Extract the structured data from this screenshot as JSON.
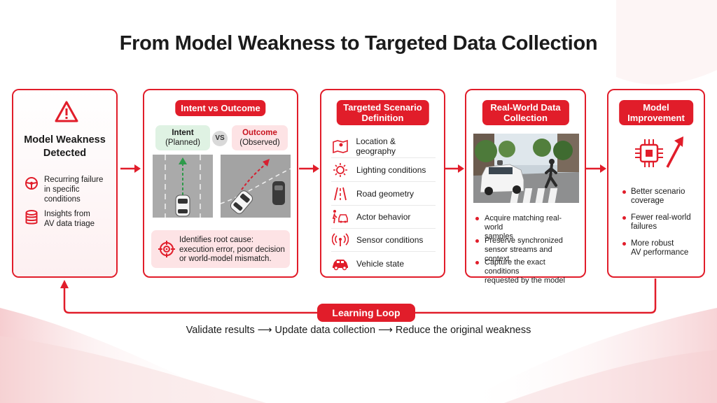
{
  "title": "From Model Weakness to Targeted Data Collection",
  "colors": {
    "accent": "#e11d2a",
    "panel_pink": "#fde7e8",
    "intent_green": "#dff2e3"
  },
  "panel1": {
    "heading_line1": "Model Weakness",
    "heading_line2": "Detected",
    "item1_line1": "Recurring failure",
    "item1_line2": "in specific conditions",
    "item2_line1": "Insights from",
    "item2_line2": "AV data triage",
    "icons": [
      "warning-icon",
      "steering-wheel-icon",
      "database-icon"
    ]
  },
  "panel2": {
    "pill": "Intent vs Outcome",
    "intent_label": "Intent",
    "intent_sub": "(Planned)",
    "vs": "VS",
    "outcome_label": "Outcome",
    "outcome_sub": "(Observed)",
    "cause_line1": "Identifies root cause:",
    "cause_line2": "execution error, poor decision",
    "cause_line3": "or world-model mismatch."
  },
  "panel3": {
    "pill_line1": "Targeted Scenario",
    "pill_line2": "Definition",
    "items": [
      {
        "label": "Location & geography",
        "icon": "map-pin-icon"
      },
      {
        "label": "Lighting conditions",
        "icon": "sun-icon"
      },
      {
        "label": "Road geometry",
        "icon": "road-icon"
      },
      {
        "label": "Actor behavior",
        "icon": "pedestrian-car-icon"
      },
      {
        "label": "Sensor conditions",
        "icon": "signal-icon"
      },
      {
        "label": "Vehicle state",
        "icon": "car-icon"
      }
    ]
  },
  "panel4": {
    "pill_line1": "Real-World Data",
    "pill_line2": "Collection",
    "b1_line1": "Acquire matching real-world",
    "b1_line2": "samples",
    "b2_line1": "Preserve synchronized",
    "b2_line2": "sensor streams and context",
    "b3_line1": "Capture the exact conditions",
    "b3_line2": "requested by the model"
  },
  "panel5": {
    "pill_line1": "Model",
    "pill_line2": "Improvement",
    "b1_line1": "Better scenario",
    "b1_line2": "coverage",
    "b2_line1": "Fewer real-world",
    "b2_line2": "failures",
    "b3_line1": "More robust",
    "b3_line2": "AV performance",
    "icons": [
      "chip-icon",
      "trend-up-arrow-icon"
    ]
  },
  "loop": {
    "pill": "Learning Loop",
    "caption": "Validate results ⟶ Update data collection ⟶ Reduce the original weakness"
  }
}
